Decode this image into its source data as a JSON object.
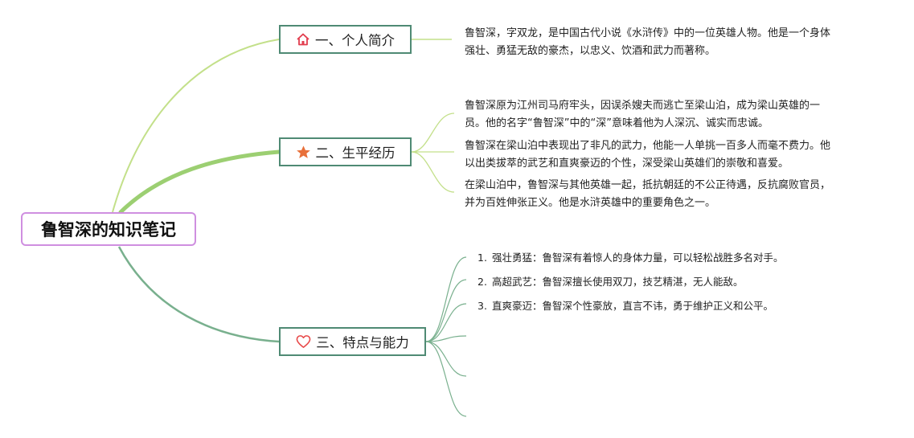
{
  "root": {
    "title": "鲁智深的知识笔记"
  },
  "colors": {
    "root_border": "#cf8fe0",
    "topic_border": "#4f8a74",
    "branch_light": "#c3e08a",
    "branch_main": "#9ccf72",
    "branch_dark": "#79b08e",
    "home_icon": "#e23d4e",
    "star_icon": "#e8703a",
    "heart_icon": "#e84a4a"
  },
  "topics": [
    {
      "id": "intro",
      "label": "一、个人简介",
      "icon": "home-icon",
      "notes": [
        [
          "鲁智深，字双龙，是中国古代小说《水浒传》中的一位英雄人物。他是一个身体",
          "强壮、勇猛无敌的豪杰，以忠义、饮酒和武力而著称。"
        ]
      ]
    },
    {
      "id": "life",
      "label": "二、生平经历",
      "icon": "star-icon",
      "notes": [
        [
          "鲁智深原为江州司马府牢头，因误杀嫂夫而逃亡至梁山泊，成为梁山英雄的一",
          "员。他的名字“鲁智深”中的“深”意味着他为人深沉、诚实而忠诚。"
        ],
        [
          "鲁智深在梁山泊中表现出了非凡的武力，他能一人单挑一百多人而毫不费力。他",
          "以出类拔萃的武艺和直爽豪迈的个性，深受梁山英雄们的崇敬和喜爱。"
        ],
        [
          "在梁山泊中，鲁智深与其他英雄一起，抵抗朝廷的不公正待遇，反抗腐败官员，",
          "并为百姓伸张正义。他是水浒英雄中的重要角色之一。"
        ]
      ]
    },
    {
      "id": "traits",
      "label": "三、特点与能力",
      "icon": "heart-icon",
      "items": [
        {
          "num": "1.",
          "text": "强壮勇猛：鲁智深有着惊人的身体力量，可以轻松战胜多名对手。"
        },
        {
          "num": "2.",
          "text": "高超武艺：鲁智深擅长使用双刀，技艺精湛，无人能敌。"
        },
        {
          "num": "3.",
          "text": "直爽豪迈：鲁智深个性豪放，直言不讳，勇于维护正义和公平。"
        }
      ]
    }
  ]
}
